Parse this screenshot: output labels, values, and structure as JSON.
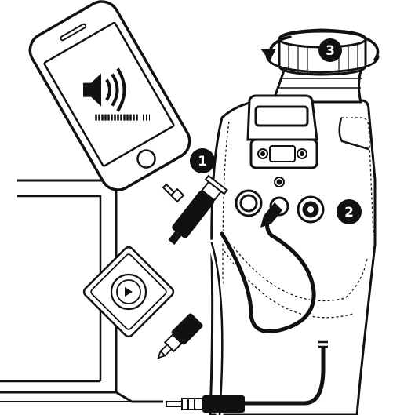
{
  "diagram": {
    "steps": [
      {
        "label": "1"
      },
      {
        "label": "2"
      },
      {
        "label": "3"
      }
    ],
    "objects": [
      "smartphone-with-sound-icon",
      "laptop",
      "remote-play-button",
      "headphone-jack-plug",
      "aux-cable",
      "speaker-device",
      "rotating-cap"
    ],
    "colors": {
      "line": "#111111",
      "fill": "#ffffff",
      "badge": "#111111"
    }
  }
}
